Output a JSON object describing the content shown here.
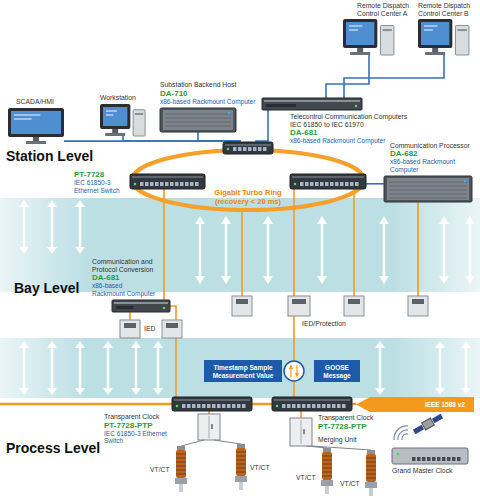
{
  "diagram": {
    "nodes": [
      {
        "text": [
          "Remote Dispatch Control Center A"
        ]
      },
      {
        "text": [
          "Remote Dispatch Control Center B"
        ]
      },
      {
        "text": [
          "SCADA/HMI"
        ]
      },
      {
        "text": [
          "Workstation"
        ]
      },
      {
        "text": [
          "Substation Backend Host",
          "DA-710",
          "x86-based Rackmount Computer"
        ]
      },
      {
        "text": [
          "Telecontrol Communication Computers",
          "IEC 61850 to IEC 61970",
          "DA-681",
          "x86-based Rackmount Computer"
        ]
      },
      {
        "text": [
          "Communication Processor",
          "DA-682",
          "x86-based Rackmount Computer"
        ]
      },
      {
        "text": [
          "Gigabit Turbo Ring (recovery < 20 ms)"
        ]
      },
      {
        "text": [
          "PT-7728",
          "IEC 61850-3 Ethernet Switch"
        ]
      },
      {
        "text": [
          "Communication and Protocol Conversion",
          "DA-681",
          "x86-based Rackmount Computer"
        ]
      },
      {
        "text": [
          "IED"
        ]
      },
      {
        "text": [
          "IED/Protection"
        ]
      },
      {
        "text": [
          "Timestamp Sample Measurement Value"
        ]
      },
      {
        "text": [
          "GOOSE Message"
        ]
      },
      {
        "text": [
          "Transparent Clock",
          "PT-7728-PTP",
          "IEC 61850-3 Ethernet Switch"
        ]
      },
      {
        "text": [
          "Transparent Clock",
          "PT-7728-PTP"
        ]
      },
      {
        "text": [
          "Merging Unit"
        ]
      },
      {
        "text": [
          "Grand Master Clock"
        ]
      },
      {
        "text": [
          "IEEE 1588 v2"
        ]
      }
    ],
    "edges": [
      {
        "from": 0,
        "to": 5,
        "arrow": "none"
      },
      {
        "from": 1,
        "to": 5,
        "arrow": "none"
      },
      {
        "from": 2,
        "to": 7,
        "arrow": "none"
      },
      {
        "from": 3,
        "to": 7,
        "arrow": "none"
      },
      {
        "from": 4,
        "to": 7,
        "arrow": "none"
      },
      {
        "from": 5,
        "to": 7,
        "arrow": "none"
      },
      {
        "from": 6,
        "to": 7,
        "arrow": "none"
      },
      {
        "from": 8,
        "to": 9,
        "arrow": "none"
      },
      {
        "from": 9,
        "to": 10,
        "arrow": "none"
      },
      {
        "from": 7,
        "to": 11,
        "arrow": "none"
      },
      {
        "from": 11,
        "to": 15,
        "arrow": "none"
      },
      {
        "from": 15,
        "to": 16,
        "arrow": "none"
      }
    ],
    "labels": [
      "Station Level",
      "Bay Level",
      "Process Level",
      "VT/CT",
      "VT/CT",
      "VT/CT",
      "VT/CT"
    ]
  }
}
